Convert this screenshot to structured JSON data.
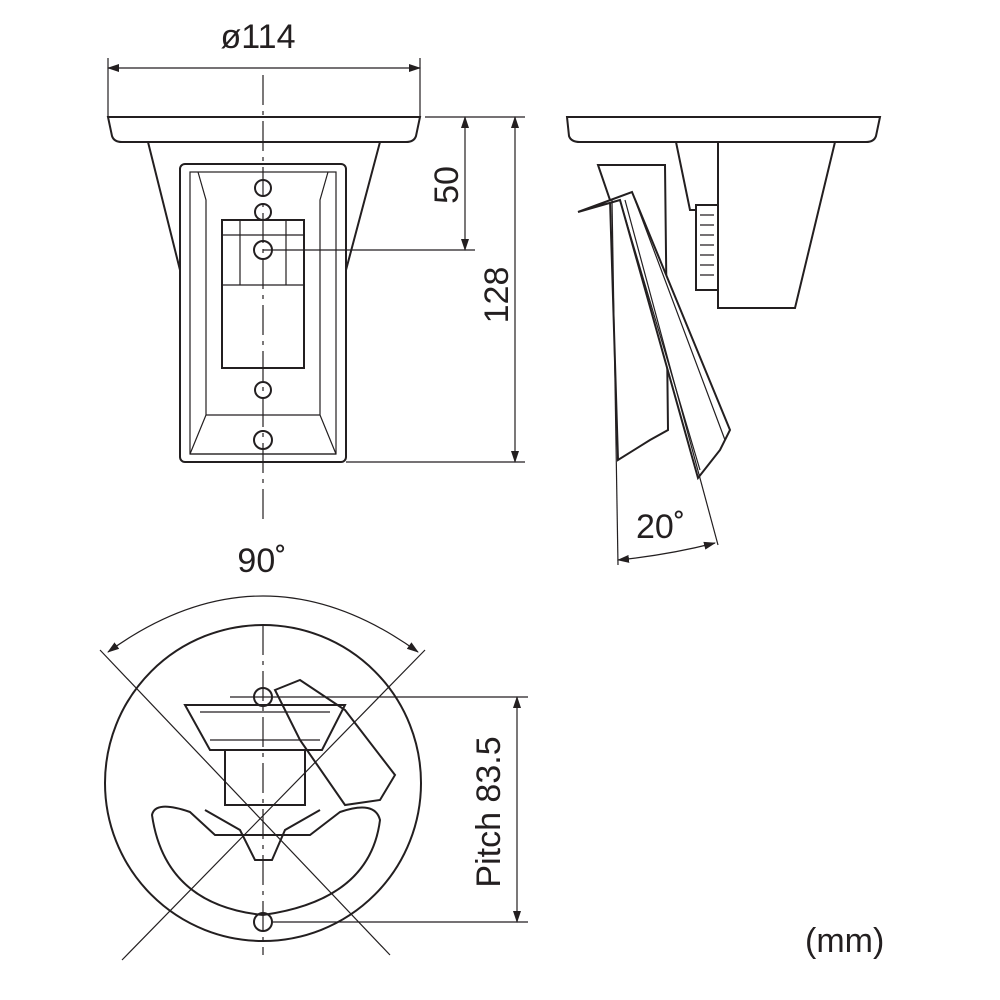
{
  "title": "Mounting bracket dimensions drawing",
  "dimensions": {
    "diameter": "ø114",
    "offset": "50",
    "height": "128",
    "tilt_angle": "20˚",
    "sweep_angle": "90˚",
    "pitch": "Pitch 83.5",
    "units": "(mm)"
  },
  "colors": {
    "line": "#231f20",
    "background": "#ffffff"
  }
}
